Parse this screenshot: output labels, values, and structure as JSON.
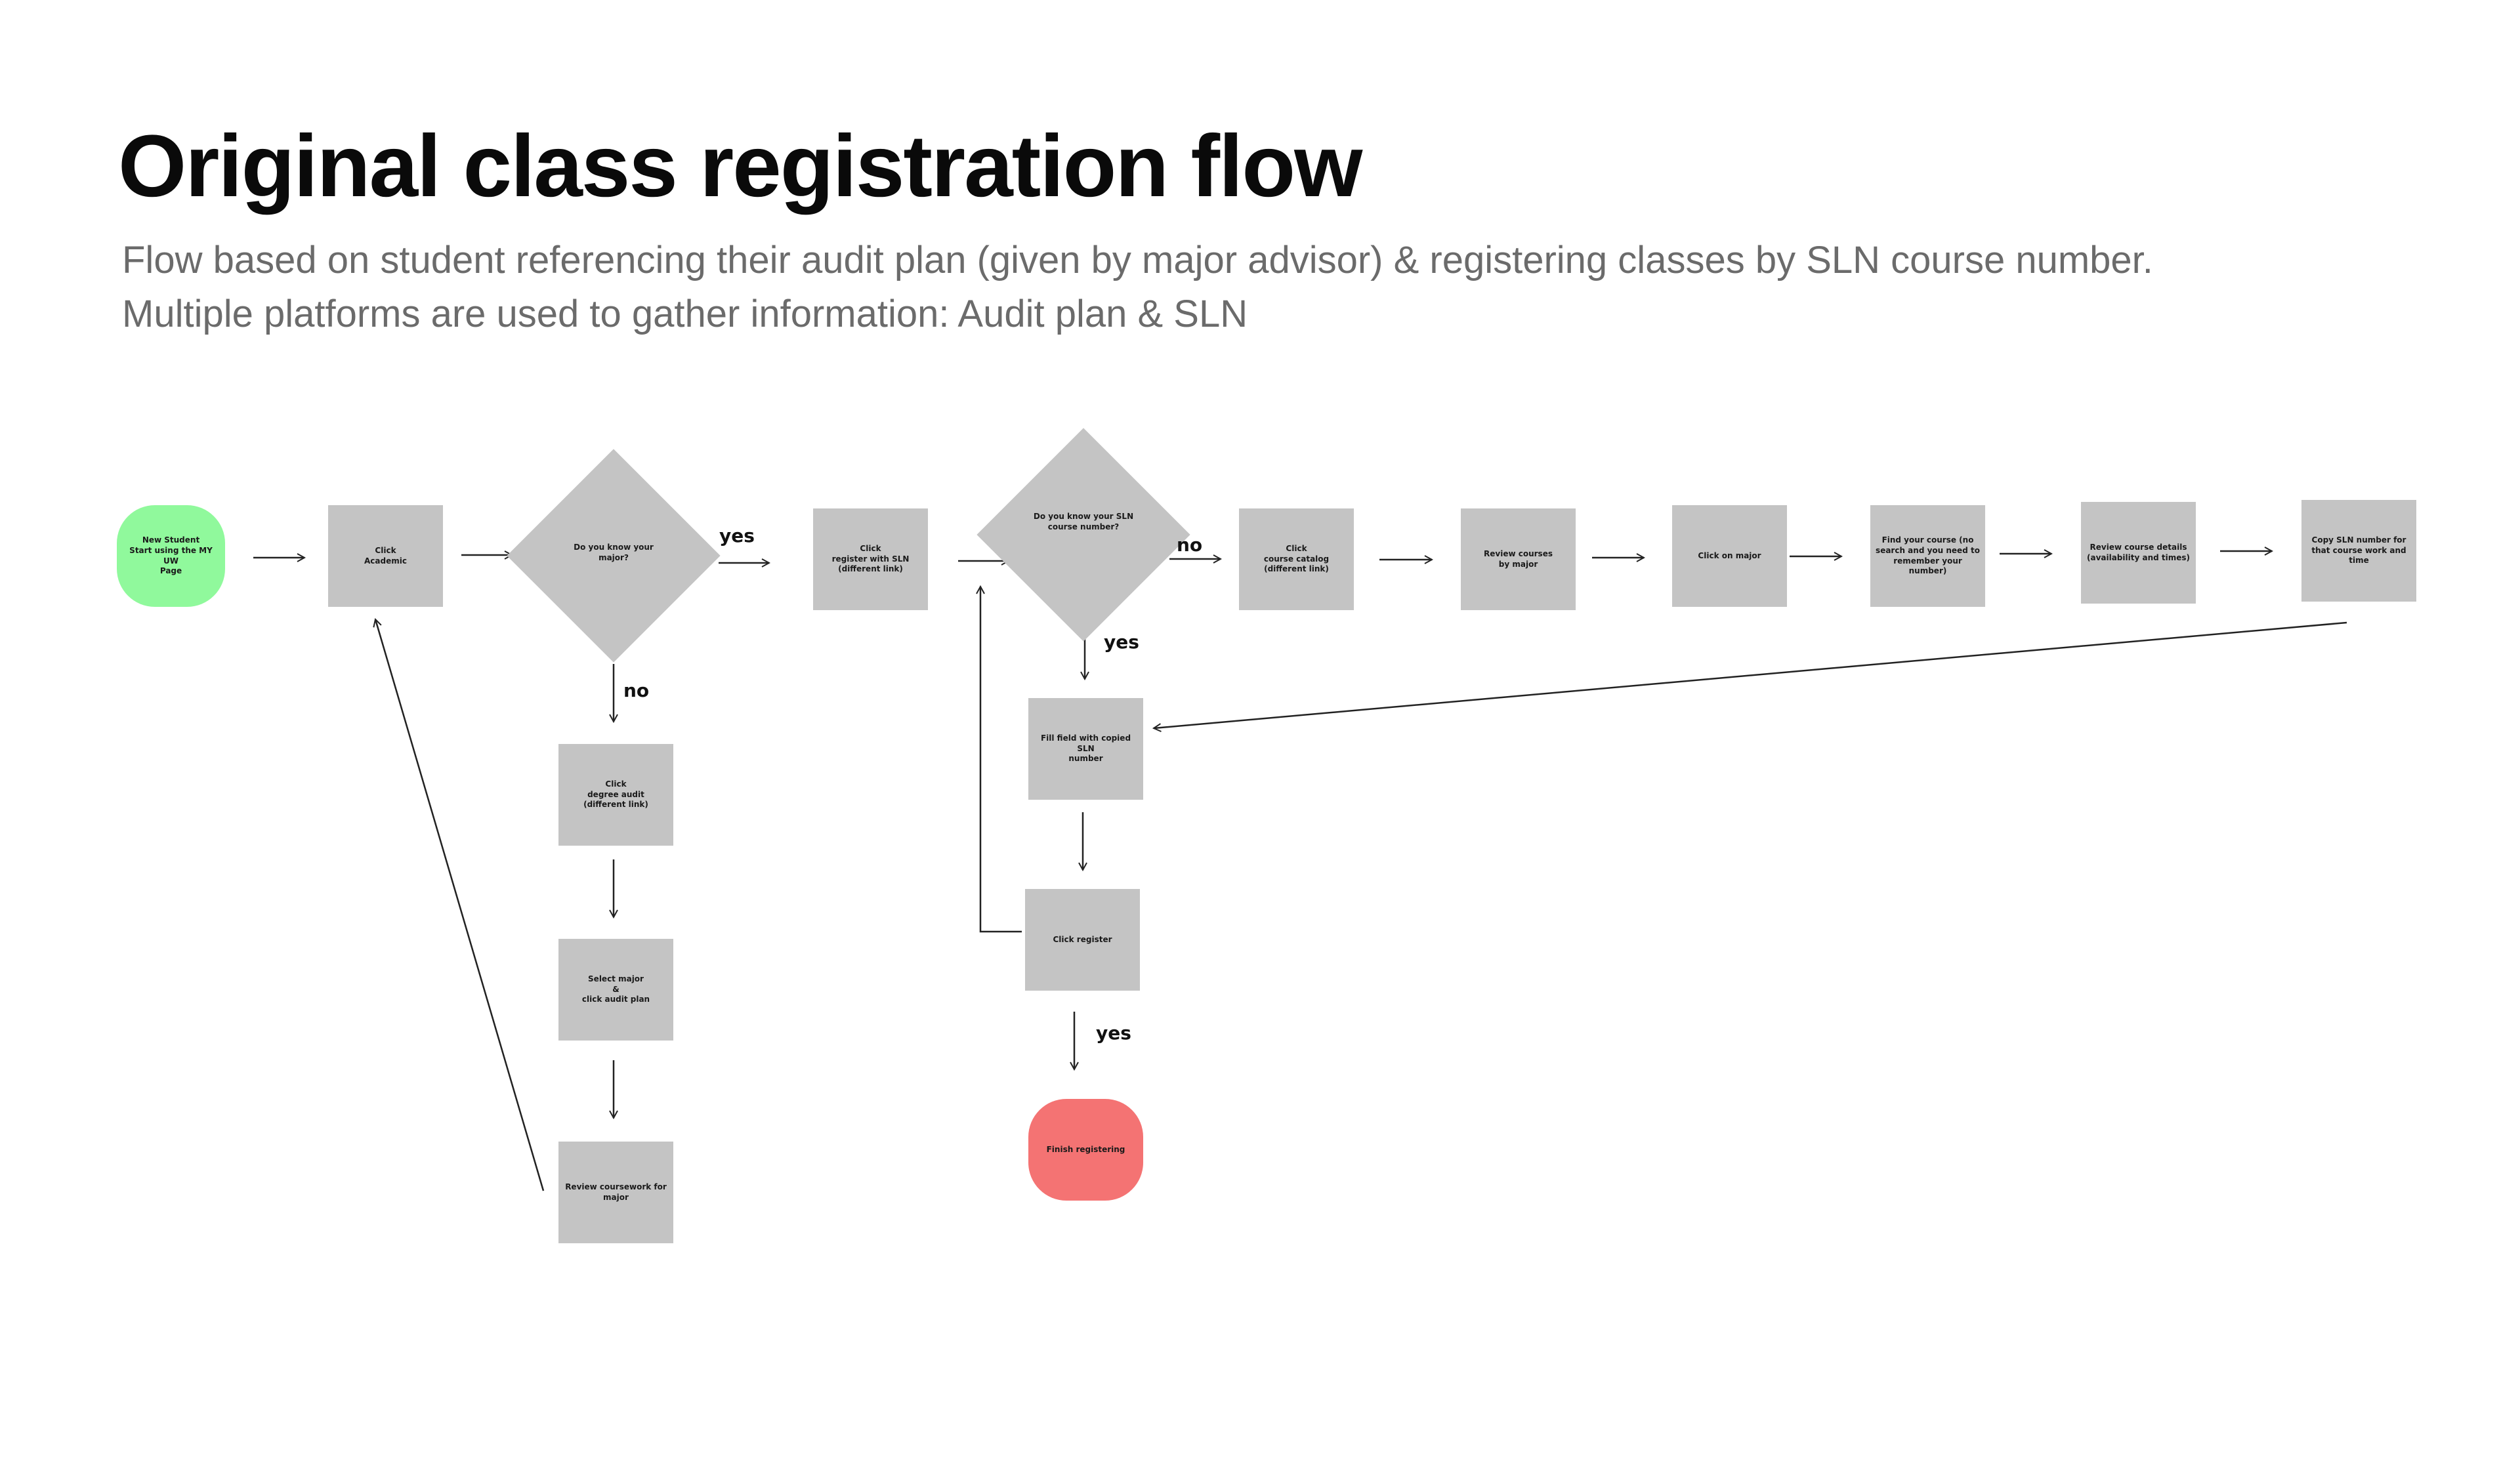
{
  "header": {
    "title": "Original class registration flow",
    "subtitle_line1": "Flow based on student referencing their audit plan (given by major advisor) & registering classes by SLN course number.",
    "subtitle_line2": "Multiple platforms are used to gather information: Audit plan & SLN"
  },
  "colors": {
    "background": "#ffffff",
    "node_fill": "#c4c4c4",
    "start_fill": "#90f99c",
    "end_fill": "#f47373",
    "line": "#222222",
    "title": "#0a0a0a",
    "subtitle": "#6b6b6b"
  },
  "nodes": {
    "start": "New Student\nStart using the MY UW\nPage",
    "click_academic": "Click\nAcademic",
    "know_major": "Do you know your\nmajor?",
    "register_sln": "Click\nregister with SLN\n(different link)",
    "know_sln": "Do you know your SLN\ncourse number?",
    "course_catalog": "Click\ncourse catalog\n(different link)",
    "review_by_major": "Review courses\nby major",
    "click_major": "Click on major",
    "find_course": "Find your course (no\nsearch and you need to\nremember your\nnumber)",
    "review_details": "Review course details\n(availability and times)",
    "copy_sln": "Copy SLN number for\nthat course work and\ntime",
    "degree_audit": "Click\ndegree audit\n(different link)",
    "select_major": "Select major\n&\nclick audit plan",
    "review_coursework": "Review coursework for\nmajor",
    "fill_field": "Fill field with copied SLN\nnumber",
    "click_register": "Click register",
    "finish": "Finish registering"
  },
  "edge_labels": {
    "major_yes": "yes",
    "major_no": "no",
    "sln_no": "no",
    "sln_yes": "yes",
    "register_yes": "yes"
  }
}
